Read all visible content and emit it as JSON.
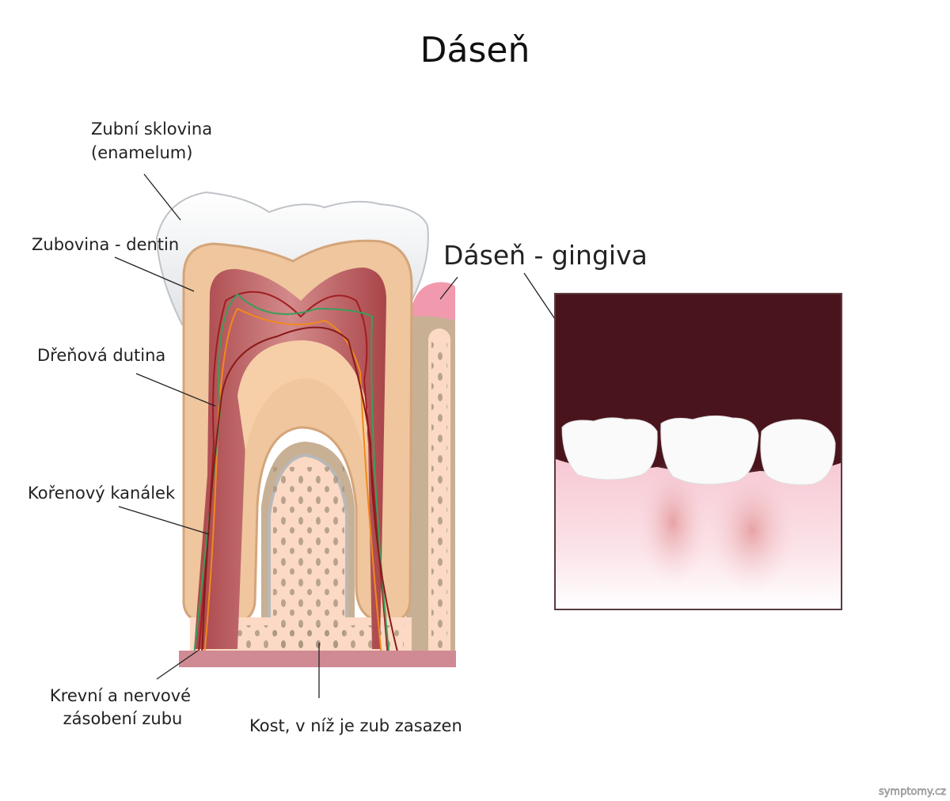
{
  "title": "Dáseň",
  "labels": {
    "enamel_line1": "Zubní sklovina",
    "enamel_line2": "(enamelum)",
    "dentin": "Zubovina - dentin",
    "pulp": "Dřeňová dutina",
    "root_canal": "Kořenový kanálek",
    "supply_line1": "Krevní a nervové",
    "supply_line2": "zásobení zubu",
    "bone": "Kost, v níž je zub zasazen",
    "gingiva": "Dáseň - gingiva"
  },
  "watermark": "symptomy.cz",
  "colors": {
    "enamel": "#eef0f2",
    "dentin": "#f1c9a0",
    "pulp": "#b9585a",
    "gum": "#f19aae",
    "bone": "#fbd9c4",
    "photo_bg": "#4a141d"
  }
}
